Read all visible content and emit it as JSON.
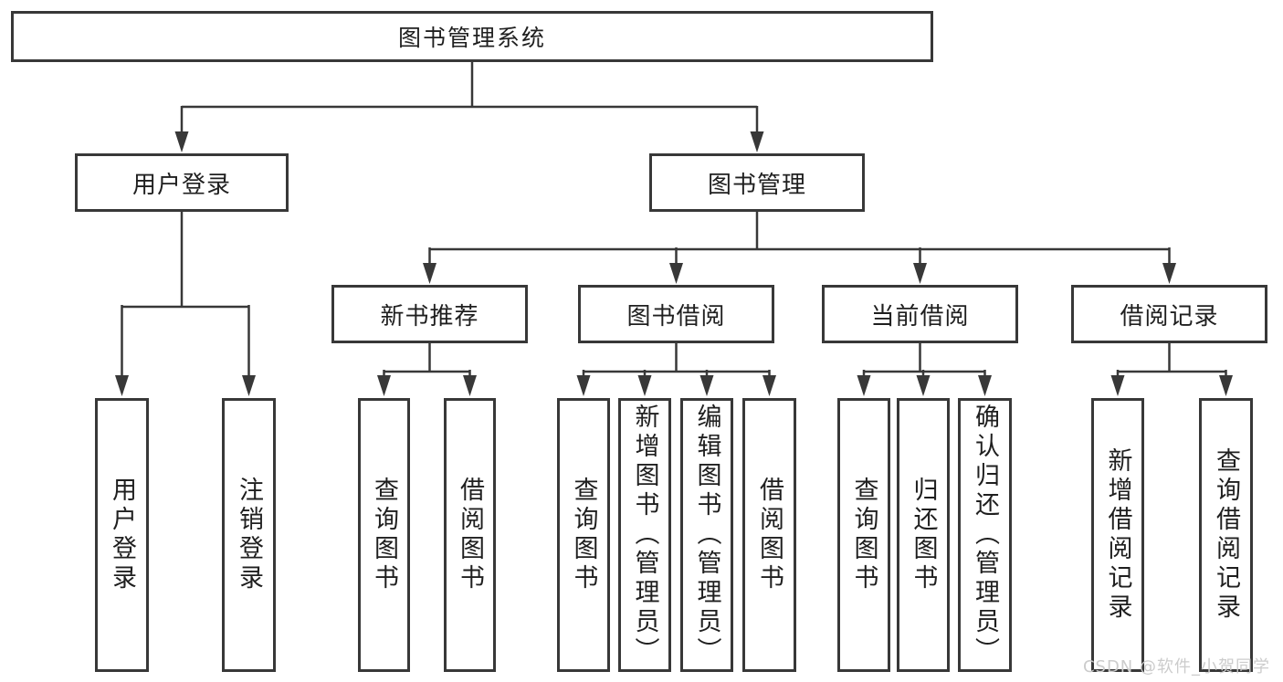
{
  "diagram": {
    "root": {
      "label": "图书管理系统"
    },
    "branches": [
      {
        "label": "用户登录",
        "children": [
          {
            "label": "用户登录"
          },
          {
            "label": "注销登录"
          }
        ]
      },
      {
        "label": "图书管理",
        "children": [
          {
            "label": "新书推荐",
            "children": [
              {
                "label": "查询图书"
              },
              {
                "label": "借阅图书"
              }
            ]
          },
          {
            "label": "图书借阅",
            "children": [
              {
                "label": "查询图书"
              },
              {
                "label": "新增图书（管理员）"
              },
              {
                "label": "编辑图书（管理员）"
              },
              {
                "label": "借阅图书"
              }
            ]
          },
          {
            "label": "当前借阅",
            "children": [
              {
                "label": "查询图书"
              },
              {
                "label": "归还图书"
              },
              {
                "label": "确认归还（管理员）"
              }
            ]
          },
          {
            "label": "借阅记录",
            "children": [
              {
                "label": "新增借阅记录"
              },
              {
                "label": "查询借阅记录"
              }
            ]
          }
        ]
      }
    ],
    "watermark": "CSDN @软件_小贺同学",
    "colors": {
      "line": "#383838",
      "border": "#383838",
      "text": "#1f1f1f",
      "watermark": "#cccccc",
      "background": "#ffffff"
    }
  }
}
